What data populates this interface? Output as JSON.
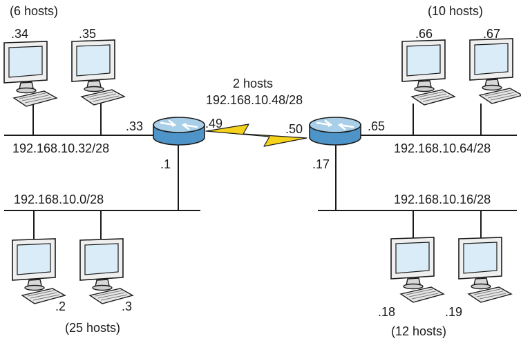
{
  "colors": {
    "line": "#1a1a1a",
    "router_top": "#a9cfe8",
    "router_body": "#4f94c8",
    "serial_link": "#f5d21c",
    "monitor_frame": "#eeeeee",
    "monitor_screen": "#d9ecf7"
  },
  "left_router": {
    "icon": "router-icon",
    "if_top_left": ".33",
    "if_serial": ".49",
    "if_bottom": ".1"
  },
  "right_router": {
    "icon": "router-icon",
    "if_serial": ".50",
    "if_top_right": ".65",
    "if_bottom": ".17"
  },
  "wan": {
    "hosts": "2 hosts",
    "subnet": "192.168.10.48/28",
    "icon": "serial-link-icon"
  },
  "lans": {
    "top_left": {
      "hosts": "(6 hosts)",
      "subnet": "192.168.10.32/28",
      "pcs": [
        ".34",
        ".35"
      ]
    },
    "bottom_left": {
      "hosts": "(25 hosts)",
      "subnet": "192.168.10.0/28",
      "pcs": [
        ".2",
        ".3"
      ]
    },
    "top_right": {
      "hosts": "(10 hosts)",
      "subnet": "192.168.10.64/28",
      "pcs": [
        ".66",
        ".67"
      ]
    },
    "bottom_right": {
      "hosts": "(12 hosts)",
      "subnet": "192.168.10.16/28",
      "pcs": [
        ".18",
        ".19"
      ]
    }
  }
}
